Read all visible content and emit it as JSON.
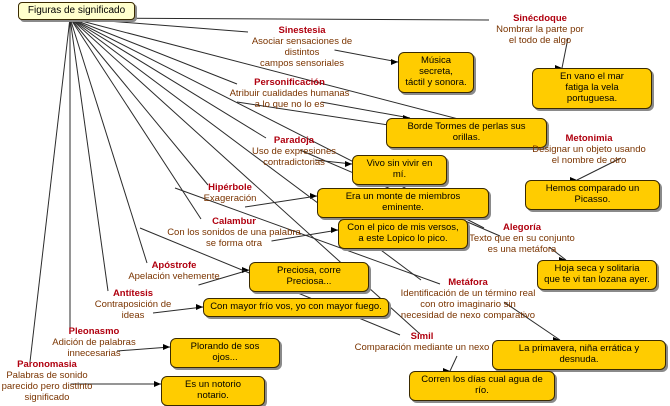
{
  "root": "Figuras de significado",
  "concepts": [
    {
      "id": "sinestesia",
      "title": "Sinestesia",
      "desc": "Asociar sensaciones de distintos\ncampos sensoriales",
      "example": "Música secreta,\ntáctil y sonora."
    },
    {
      "id": "sinecdoque",
      "title": "Sinécdoque",
      "desc": "Nombrar la parte por\nel todo de algo",
      "example": "En vano el mar\nfatiga la vela portuguesa."
    },
    {
      "id": "personificacion",
      "title": "Personificación",
      "desc": "Atribuir cualidades humanas\na lo que no lo es",
      "example": "Borde Tormes de perlas sus orillas."
    },
    {
      "id": "metonimia",
      "title": "Metonimia",
      "desc": "Designar un objeto usando\nel nombre de otro",
      "example": "Hemos comparado un Picasso."
    },
    {
      "id": "paradoja",
      "title": "Paradoja",
      "desc": "Uso de expresiones\ncontradictorias",
      "example": "Vivo sin vivir en mí."
    },
    {
      "id": "hiperbole",
      "title": "Hipérbole",
      "desc": "Exageración",
      "example": "Era un monte de miembros eminente."
    },
    {
      "id": "alegoria",
      "title": "Alegoría",
      "desc": "Texto que en su conjunto\nes una metáfora",
      "example": "Hoja seca y solitaria\nque te vi tan lozana ayer."
    },
    {
      "id": "calambur",
      "title": "Calambur",
      "desc": "Con los sonidos de una palabra\nse forma otra",
      "example": "Con el pico de mis versos,\na este Lopico lo pico."
    },
    {
      "id": "apostrofe",
      "title": "Apóstrofe",
      "desc": "Apelación vehemente",
      "example": "Preciosa, corre Preciosa..."
    },
    {
      "id": "metafora",
      "title": "Metáfora",
      "desc": "Identificación de un término real\ncon otro imaginario sin\nnecesidad de nexo comparativo",
      "example": "La primavera, niña errática y desnuda."
    },
    {
      "id": "antitesis",
      "title": "Antítesis",
      "desc": "Contraposición de\nideas",
      "example": "Con mayor frío vos, yo con mayor fuego."
    },
    {
      "id": "pleonasmo",
      "title": "Pleonasmo",
      "desc": "Adición de palabras\ninnecesarias",
      "example": "Plorando de sos ojos..."
    },
    {
      "id": "simil",
      "title": "Símil",
      "desc": "Comparación mediante un nexo",
      "example": "Corren los días cual agua de río."
    },
    {
      "id": "paronomasia",
      "title": "Paronomasia",
      "desc": "Palabras de sonido\nparecido pero distinto\nsignificado",
      "example": "Es un notorio notario."
    }
  ]
}
